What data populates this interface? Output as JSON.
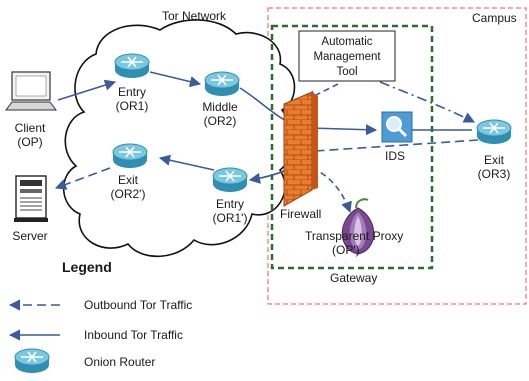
{
  "labels": {
    "tor_network": "Tor Network",
    "campus": "Campus",
    "client": "Client",
    "client_sub": "(OP)",
    "server": "Server",
    "entry": "Entry",
    "entry_sub": "(OR1)",
    "middle": "Middle",
    "middle_sub": "(OR2)",
    "exit_in": "Exit",
    "exit_in_sub": "(OR2')",
    "entry_return": "Entry",
    "entry_return_sub": "(OR1')",
    "exit_campus": "Exit",
    "exit_campus_sub": "(OR3)",
    "automatic_tool_line1": "Automatic",
    "automatic_tool_line2": "Management",
    "automatic_tool_line3": "Tool",
    "firewall": "Firewall",
    "ids": "IDS",
    "transparent_proxy": "Transparent Proxy",
    "transparent_proxy_sub": "(OP')",
    "gateway": "Gateway"
  },
  "legend": {
    "title": "Legend",
    "outbound": "Outbound Tor Traffic",
    "inbound": "Inbound Tor Traffic",
    "onion_router": "Onion Router"
  },
  "colors": {
    "arrow": "#3b5b9a",
    "router_fill": "#3aa2c6",
    "router_top": "#7cc7e0",
    "campus_border": "#e25a5a",
    "gateway_border": "#2e6b2e",
    "firewall": "#e67a2e",
    "ids": "#4f9bd3",
    "onion": "#7a4a8f"
  }
}
